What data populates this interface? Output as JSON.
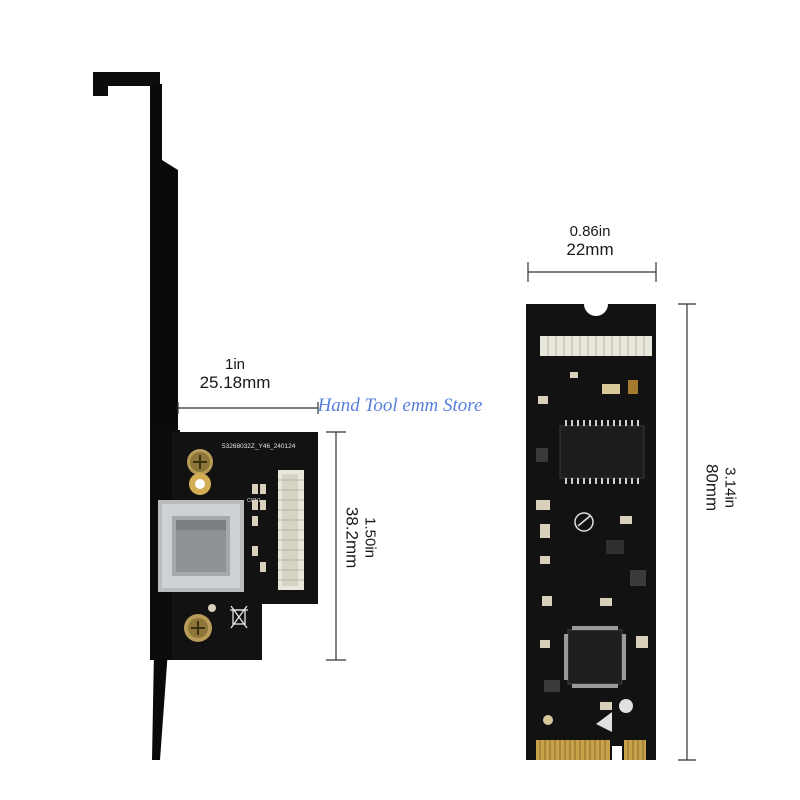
{
  "product": {
    "left_card": {
      "width_in": "1in",
      "width_mm": "25.18mm",
      "height_in": "1.50in",
      "height_mm": "38.2mm",
      "board_code": "53268032Z_Y46_240124",
      "connector_label": "CON1"
    },
    "right_card": {
      "width_in": "0.86in",
      "width_mm": "22mm",
      "length_in": "3.14in",
      "length_mm": "80mm"
    }
  },
  "watermark": "Hand Tool emm Store",
  "colors": {
    "pcb": "#121212",
    "bracket": "#0c0c0c",
    "gold": "#c8a24a",
    "rj45_metal": "#b9bcbf",
    "watermark": "#3a6bd6",
    "dimension_line": "#333333"
  }
}
